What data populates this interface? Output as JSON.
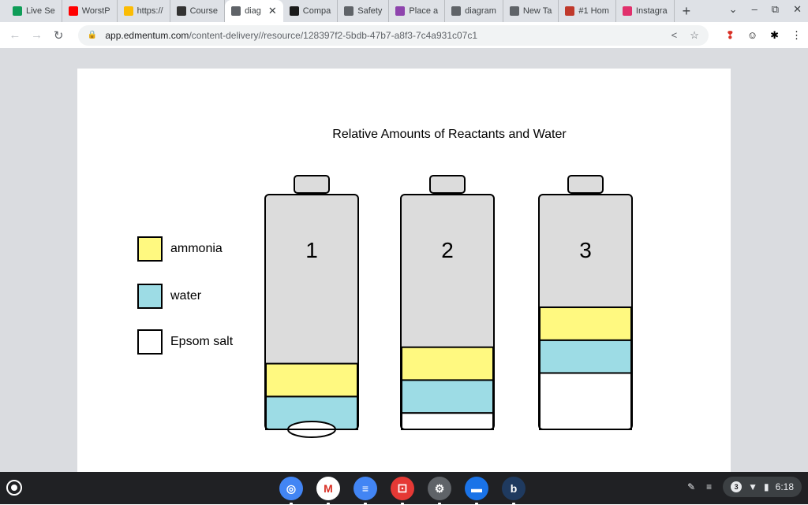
{
  "browser": {
    "tabs": [
      {
        "label": "Live Se",
        "color": "#0f9d58"
      },
      {
        "label": "WorstP",
        "color": "#ff0000"
      },
      {
        "label": "https://",
        "color": "#fbbc04"
      },
      {
        "label": "Course",
        "color": "#333333"
      },
      {
        "label": "diag",
        "color": "#5f6368",
        "active": true
      },
      {
        "label": "Compa",
        "color": "#1a1a1a"
      },
      {
        "label": "Safety",
        "color": "#5f6368"
      },
      {
        "label": "Place a",
        "color": "#8e44ad"
      },
      {
        "label": "diagram",
        "color": "#5f6368"
      },
      {
        "label": "New Ta",
        "color": "#5f6368"
      },
      {
        "label": "#1 Hom",
        "color": "#c0392b"
      },
      {
        "label": "Instagra",
        "color": "#e1306c"
      }
    ],
    "new_tab_label": "+",
    "window_controls": {
      "dropdown": "⌄",
      "minimize": "–",
      "restore": "⧉",
      "close": "✕"
    },
    "url_domain": "app.edmentum.com",
    "url_path": "/content-delivery//resource/128397f2-5bdb-47b7-a8f3-7c4a931c07c1"
  },
  "figure": {
    "title": "Relative Amounts of Reactants and Water",
    "legend": [
      {
        "label": "ammonia",
        "color": "#fff980"
      },
      {
        "label": "water",
        "color": "#9ddce5"
      },
      {
        "label": "Epsom salt",
        "color": "#ffffff"
      }
    ],
    "bottles": [
      {
        "label": "1",
        "epsom_salt_fraction": 0.0,
        "water_fraction": 0.14,
        "ammonia_fraction": 0.14
      },
      {
        "label": "2",
        "epsom_salt_fraction": 0.07,
        "water_fraction": 0.14,
        "ammonia_fraction": 0.14
      },
      {
        "label": "3",
        "epsom_salt_fraction": 0.24,
        "water_fraction": 0.14,
        "ammonia_fraction": 0.14
      }
    ],
    "colors": {
      "empty": "#dcdcdc",
      "ammonia": "#fff980",
      "water": "#9ddce5",
      "epsom_salt": "#ffffff",
      "cap": "#dcdcdc"
    }
  },
  "shelf": {
    "apps": [
      {
        "name": "chrome",
        "glyph": "◎",
        "color": "#4285f4"
      },
      {
        "name": "gmail",
        "glyph": "M",
        "color": "#ffffff"
      },
      {
        "name": "docs",
        "glyph": "≡",
        "color": "#4285f4"
      },
      {
        "name": "app-red",
        "glyph": "⚀",
        "color": "#e53935"
      },
      {
        "name": "settings",
        "glyph": "⚙",
        "color": "#5f6368"
      },
      {
        "name": "files",
        "glyph": "▬",
        "color": "#1a73e8"
      },
      {
        "name": "bitmoji",
        "glyph": "b",
        "color": "#1f3a5f"
      }
    ],
    "notification_count": "3",
    "time": "6:18"
  }
}
